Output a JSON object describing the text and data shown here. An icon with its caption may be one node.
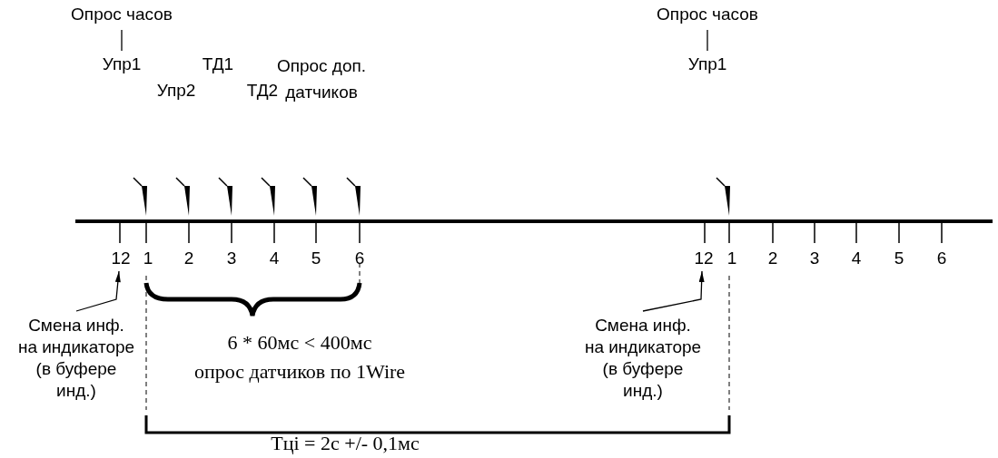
{
  "diagram": {
    "nodes": [
      {
        "text": [
          "Опрос часов"
        ]
      },
      {
        "text": [
          "Упр1"
        ]
      },
      {
        "text": [
          "Опрос часов"
        ]
      },
      {
        "text": [
          "Упр1"
        ]
      },
      {
        "text": [
          "Смена инф. на индикаторе (в буфере инд.)"
        ]
      },
      {
        "text": [
          "Смена инф. на индикаторе (в буфере инд.)"
        ]
      },
      {
        "text": [
          "12"
        ]
      },
      {
        "text": [
          "12"
        ]
      }
    ],
    "edges": [
      {
        "from": 0,
        "to": 1,
        "arrow": "none"
      },
      {
        "from": 2,
        "to": 3,
        "arrow": "none"
      },
      {
        "from": 4,
        "to": 6,
        "arrow": "to"
      },
      {
        "from": 5,
        "to": 7,
        "arrow": "to"
      }
    ],
    "labels": [
      "Упр2",
      "ТД1",
      "ТД2",
      "Опрос доп. датчиков",
      "1",
      "2",
      "3",
      "4",
      "5",
      "6",
      "1",
      "2",
      "3",
      "4",
      "5",
      "6",
      "6 * 60мс < 400мс",
      "опрос датчиков по 1Wire",
      "Тці = 2с +/- 0,1мс"
    ]
  }
}
